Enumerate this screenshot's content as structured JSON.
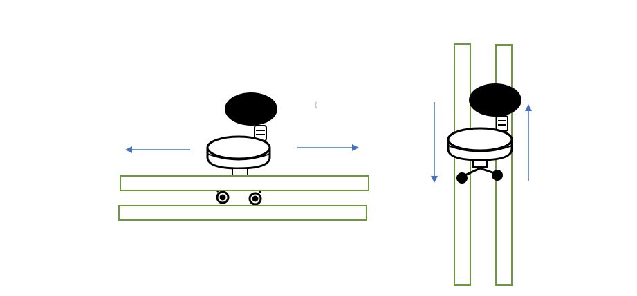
{
  "colors": {
    "rail_stroke": "#6a9a3c",
    "arrow": "#4472c4",
    "stool_ink": "#000000",
    "background": "#ffffff"
  },
  "left_view": {
    "motion": "horizontal",
    "arrows": [
      "left",
      "right"
    ],
    "rails": 2
  },
  "right_view": {
    "motion": "vertical",
    "arrows": [
      "down",
      "up"
    ],
    "rails": 2
  }
}
